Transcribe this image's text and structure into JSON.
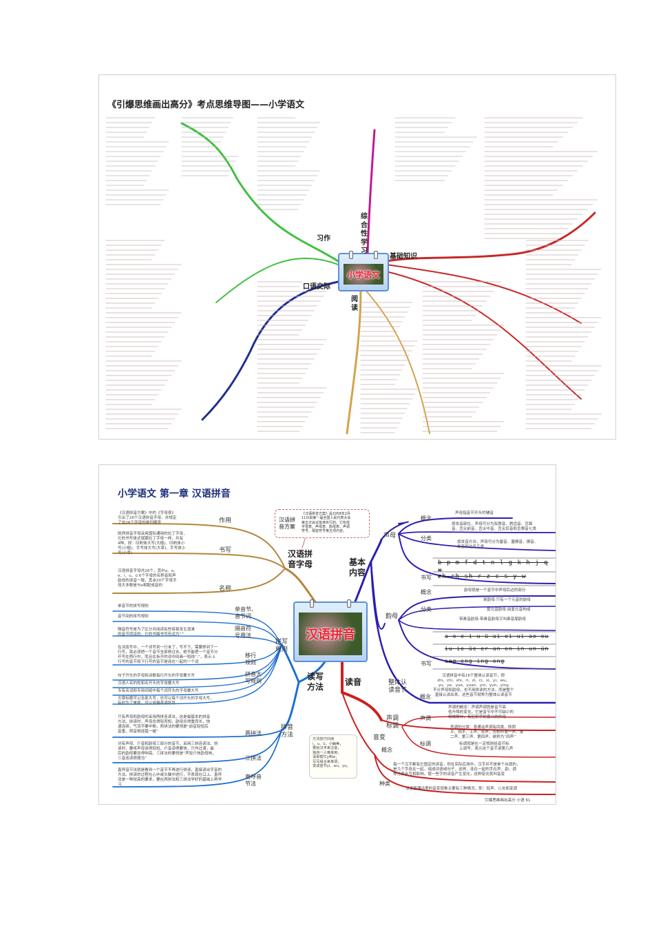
{
  "map1": {
    "title": "《引爆思维画出高分》考点思维导图——小学语文",
    "center": "小学语文",
    "branches": [
      "基础知识",
      "综合性学习",
      "习作",
      "口语交际",
      "阅读"
    ],
    "colors": {
      "basic": "#c62828",
      "comprehensive": "#c2188f",
      "writing": "#3fbf3f",
      "oral": "#1f2f8f",
      "reading": "#d4a24a"
    }
  },
  "map2": {
    "title": "小学语文  第一章  汉语拼音",
    "center": "汉语拼音",
    "colors": {
      "letters": "#b5853b",
      "basic": "#2b1fb0",
      "rw": "#1f6fd0",
      "sound": "#cc1f1f"
    },
    "letters_node": "汉语拼\n音字母",
    "letters": [
      {
        "label": "作用",
        "text": "《汉语拼音方案》中的《字母表》\n引出了26个汉语拼音字母，并规定\n了这26个字母的排列顺序"
      },
      {
        "label": "书写",
        "text": "既然拼音字母采用国际通用的拉丁字母，\n它的书写体式就跟拉丁字母一样，共有\n4种，即：印刷体大写(大楷)、印刷体小\n写(小楷)、手写体大写(大草)、手写体小\n写(小草)"
      },
      {
        "label": "名称",
        "text": "汉语拼音字母共26个，其中a、o、\ne、i、u、ü 6个字母的名称音和声\n韵母的读音一致，其余20个字母字\n母大多数是与e相配成音的"
      }
    ],
    "callout": {
      "label": "汉语拼\n音方案",
      "text": "《汉语拼音方案》是1958年2月\n11日由第一届全国人民代表大会\n第五次会议批准实行的。它包括\n字母表、声母表、韵母表、声调\n符号、隔音符号等五项内容。"
    },
    "basic_node": "基本\n内容",
    "initials": {
      "label": "声母",
      "concept_label": "概念",
      "concept": "声母指音节开头的辅音",
      "class_label": "分类",
      "class_items": [
        "按发音部位，声母可分为双唇音、唇齿音、舌面\n音、舌尖前音、舌尖中音、舌尖后音和舌根音七类",
        "按发音方法，声母可分为塞音、塞擦音、擦音、\n鼻音和边音五类"
      ],
      "write_label": "书写",
      "rows": [
        "b p m f d t n l g k h j q x",
        "zh ch sh r z c s y w"
      ]
    },
    "finals": {
      "label": "韵母",
      "concept_label": "概念",
      "concept": "韵母就是一个音节中声母后边的部分",
      "class_label": "分类",
      "class_items": [
        "单韵母:只有一个元音的韵母",
        "复元音韵母:由复元音构成",
        "带鼻音韵母:带鼻音韵母又叫鼻音尾韵母"
      ],
      "write_label": "书写",
      "rows": [
        "a o e i u ü ai ei ui ao ou",
        "iu ie üe er an en in un ün",
        "ang eng ing ong"
      ]
    },
    "whole": {
      "label": "整体认\n读音节",
      "concept_label": "概念",
      "text": "汉语拼音中有16个整体认读音节，即\nzhi、chi、shi、ri、zi、ci、si、yi、wu、\nyu、ye、yue、yuan、yin、yun、ying\n不分声母和韵母，也不用拼读的方法，而是整个\n直接认读出来，这些音节就称为整体认读音节"
    },
    "rw_node": "读写\n方法",
    "spelling": {
      "label": "拼写\n规则",
      "items": [
        {
          "label": "单音节、\n音节词",
          "texts": [
            "单音节的拼写规则",
            "音节间的拼写规则"
          ]
        },
        {
          "label": "隔音符\n号用法",
          "texts": [
            "隔音符号是为了区分并阅读有些容易发生混淆\n的音节而设的，它的书面书写形式为“'”"
          ]
        },
        {
          "label": "移行\n规则",
          "texts": [
            "在词连写中，一个词写到一行末了，写不下，需要移到下一\n行写，就必须把一个音节全部移过去，绝不能把一个音节分\n开写在两行中，而且在拆开的词中间画一短线“-”，表示上\n行写的音节和下行写的音节是连在一起的一个词"
          ]
        },
        {
          "label": "拼音大\n写规则",
          "texts": [
            "句子开头的字母和诗歌每行开头的字母要大写",
            "汉语人名的姓和名开头的字母要大写",
            "专有名词和专用词组中每个词开头的字母要大写",
            "文章标题可以全部大写，也可以每个词开头的字母大写，\n有时为了美观，可以省略声调符号"
          ]
        }
      ]
    },
    "methods": {
      "label": "拼音\n方法",
      "items": [
        {
          "label": "两拼法",
          "text": "只有声母和韵母的采用两拼连读法，这是最基本的拼音\n方法。拼读时，声母念得轻而短，韵母念得重而长，快\n速连续，气流不要中断。两拼法的要领是“前音轻短后\n音重，两音相连猛一碰”"
        },
        {
          "label": "三拼法",
          "text": "对有声母、介音和韵母三部分的音节，采用三拼连读法。拼\n读时，要将声母读得轻短，介音读得要快，只作过渡，最\n后的韵母要念得响亮。三拼法的要领是“声轻介快韵母响，\n三音连读很顺当”"
        },
        {
          "label": "直呼音\n节法",
          "text": "直呼音节法就是看到一个音节不再进行拼读，直接读出字音的\n方法。拼读的过程在心中或头脑中进行，不表现在口上。直呼\n法是一种较高的要求，要在两拼法和三拼法学好的基础上再学\n习"
        }
      ]
    },
    "tips": "方法技巧归纳\ni、u、ü，小幽美，\n要给汉字来注音，\n独自一人难单用，\n请来帮忙y和w，\n写写组合来单调，\n变成音节yi、wu、yu。",
    "sound_node": "读音",
    "tone": {
      "label": "声调\n标调",
      "tone_label": "声调",
      "tone_text": "声调的概念：声调声调就是音节高\n低升降的变化。它是音节中不可缺少的\n组成部分，有区别字的意义的作用",
      "tone_text2": "声调的分类：普通话声调有四类，即阴\n平、阳平、上声、去声，也称作第一声、第\n二声、第三声、第四声，统称为“四声”",
      "mark_label": "标调",
      "mark_text": "标调就是在一定规则给音节标\n上调号，表示这个音节读第几声"
    },
    "change": {
      "label": "音变",
      "concept_label": "概念",
      "concept": "每一个汉字都有它固定的读音，但在实际应用中，汉字并不是单个出现的，\n是几个字连在一起，组成词语或句子，这样，连在一起的字在声、韵、调\n等方面会互相影响，使一些字的读音产生变化，这种变化就叫音变",
      "kind_label": "种类",
      "kind": "汉语普通话里的音变现象主要有三种情况，即：轻声、儿化和变调"
    },
    "footer": "引爆思维画出高分  小语  61"
  }
}
